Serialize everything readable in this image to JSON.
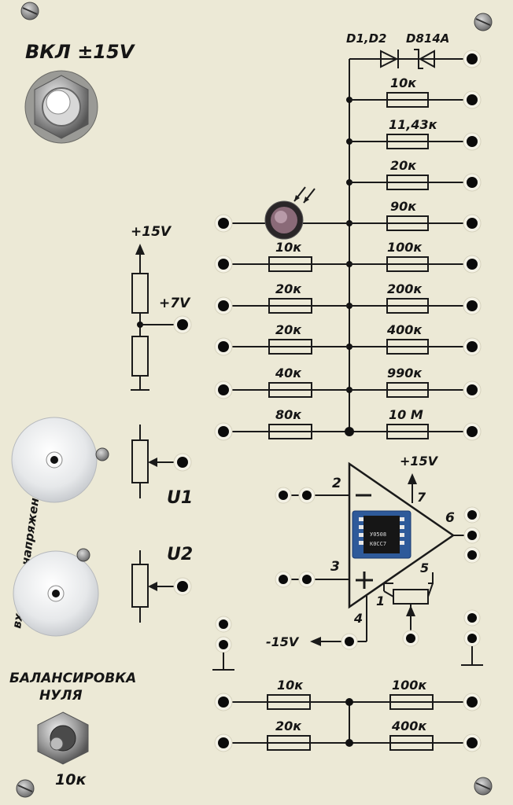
{
  "panel": {
    "power_label": "ВКЛ ±15V",
    "diodes_label": "D1,D2",
    "zener_label": "D814A",
    "right_resistors": [
      "10к",
      "11,43к",
      "20к",
      "90к",
      "100к",
      "200к",
      "400к",
      "990к",
      "10 М"
    ],
    "left_resistors": [
      "10к",
      "20к",
      "20к",
      "40к",
      "80к"
    ],
    "divider": {
      "top_label": "+15V",
      "tap_label": "+7V"
    },
    "voltage_knobs_label": "входные напряжения",
    "pot_labels": [
      "U1",
      "U2"
    ],
    "opamp": {
      "pin_minus": "2",
      "pin_plus": "3",
      "pin_out": "6",
      "pin_vplus": "7",
      "pin_vminus": "4",
      "pin_1": "1",
      "pin_5": "5",
      "vplus_label": "+15V",
      "vminus_label": "-15V",
      "chip_text_1": "У0508",
      "chip_text_2": "К0СС7"
    },
    "bottom_resistors": [
      "10к",
      "100к",
      "20к",
      "400к"
    ],
    "balance_label_line1": "БАЛАНСИРОВКА",
    "balance_label_line2": "НУЛЯ",
    "balance_value": "10к"
  }
}
